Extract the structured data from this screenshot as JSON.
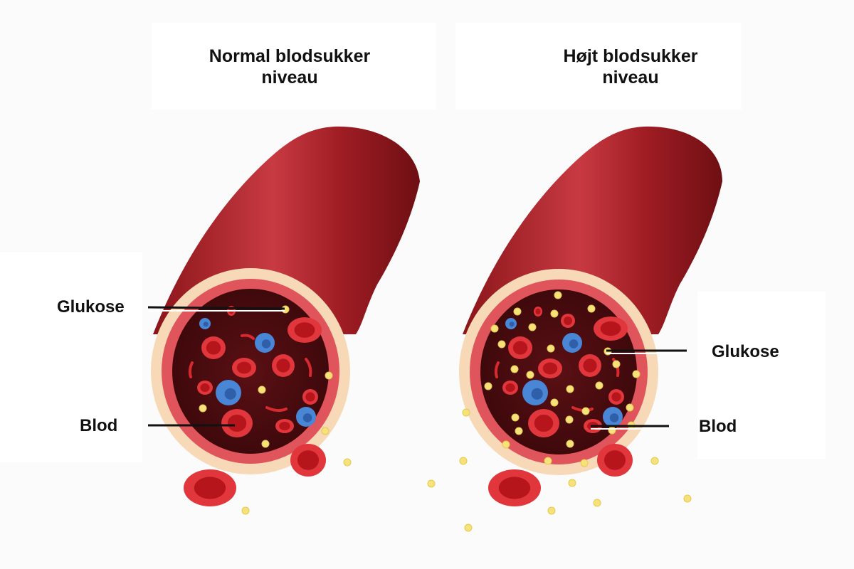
{
  "panels": {
    "normal": {
      "title_line1": "Normal blodsukker",
      "title_line2": "niveau",
      "glucose_label": "Glukose",
      "blood_label": "Blod"
    },
    "high": {
      "title_line1": "Højt blodsukker",
      "title_line2": "niveau",
      "glucose_label": "Glukose",
      "blood_label": "Blod"
    }
  },
  "colors": {
    "vessel_dark": "#7a1216",
    "vessel_mid": "#b3222a",
    "vessel_highlight": "#d5505a",
    "wall_cream": "#f7d9b8",
    "wall_pink": "#e0545b",
    "lumen": "#4a0c10",
    "red_cell": "#d62a2f",
    "red_cell_center": "#b8181e",
    "white_cell": "#3f77c8",
    "glucose": "#f6e27a"
  }
}
